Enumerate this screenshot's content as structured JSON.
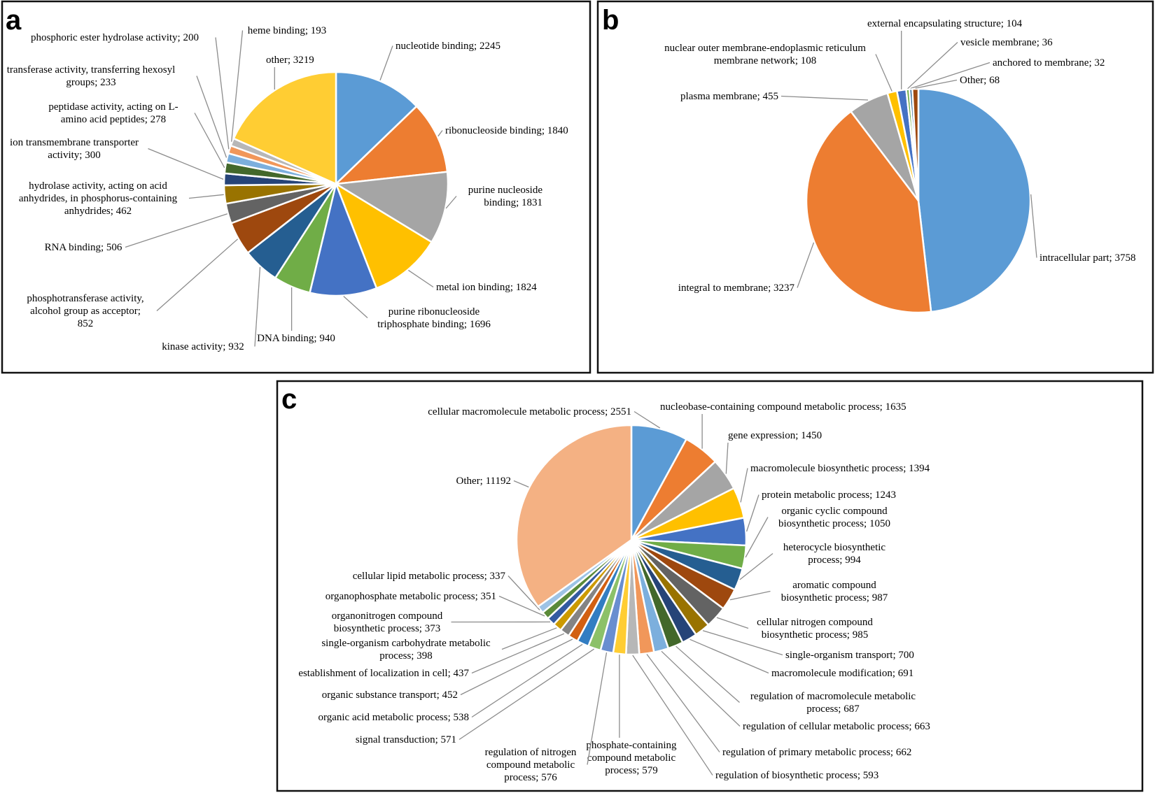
{
  "panels": [
    {
      "letter": "a"
    },
    {
      "letter": "b"
    },
    {
      "letter": "c"
    }
  ],
  "chart_data": [
    {
      "type": "pie",
      "panel": "a",
      "slices": [
        {
          "label": "nucleotide binding; 2245",
          "value": 2245,
          "color": "#5B9BD5"
        },
        {
          "label": "ribonucleoside binding; 1840",
          "value": 1840,
          "color": "#ED7D31"
        },
        {
          "label": "purine nucleoside binding; 1831",
          "value": 1831,
          "color": "#A5A5A5"
        },
        {
          "label": "metal ion binding; 1824",
          "value": 1824,
          "color": "#FFC000"
        },
        {
          "label": "purine ribonucleoside triphosphate binding; 1696",
          "value": 1696,
          "color": "#4472C4"
        },
        {
          "label": "DNA binding; 940",
          "value": 940,
          "color": "#70AD47"
        },
        {
          "label": "kinase activity; 932",
          "value": 932,
          "color": "#255E91"
        },
        {
          "label": "phosphotransferase activity, alcohol group as acceptor; 852",
          "value": 852,
          "color": "#9E480E"
        },
        {
          "label": "RNA binding; 506",
          "value": 506,
          "color": "#636363"
        },
        {
          "label": "hydrolase activity, acting on acid anhydrides, in phosphorus-containing anhydrides; 462",
          "value": 462,
          "color": "#997300"
        },
        {
          "label": "ion transmembrane transporter activity; 300",
          "value": 300,
          "color": "#264478"
        },
        {
          "label": "peptidase activity, acting on L-amino acid peptides; 278",
          "value": 278,
          "color": "#43682B"
        },
        {
          "label": "transferase activity, transferring hexosyl groups; 233",
          "value": 233,
          "color": "#7CAFDD"
        },
        {
          "label": "phosphoric ester hydrolase activity; 200",
          "value": 200,
          "color": "#F1975A"
        },
        {
          "label": "heme binding; 193",
          "value": 193,
          "color": "#B7B7B7"
        },
        {
          "label": "other; 3219",
          "value": 3219,
          "color": "#FFCD33"
        }
      ]
    },
    {
      "type": "pie",
      "panel": "b",
      "slices": [
        {
          "label": "intracellular part; 3758",
          "value": 3758,
          "color": "#5B9BD5"
        },
        {
          "label": "integral to membrane; 3237",
          "value": 3237,
          "color": "#ED7D31"
        },
        {
          "label": "plasma membrane; 455",
          "value": 455,
          "color": "#A5A5A5"
        },
        {
          "label": "nuclear outer membrane-endoplasmic reticulum membrane network; 108",
          "value": 108,
          "color": "#FFC000"
        },
        {
          "label": "external encapsulating structure; 104",
          "value": 104,
          "color": "#4472C4"
        },
        {
          "label": "vesicle membrane; 36",
          "value": 36,
          "color": "#70AD47"
        },
        {
          "label": "anchored to membrane; 32",
          "value": 32,
          "color": "#255E91"
        },
        {
          "label": "Other; 68",
          "value": 68,
          "color": "#9E480E"
        }
      ]
    },
    {
      "type": "pie",
      "panel": "c",
      "slices": [
        {
          "label": "cellular macromolecule metabolic process; 2551",
          "value": 2551,
          "color": "#5B9BD5"
        },
        {
          "label": "nucleobase-containing compound metabolic process; 1635",
          "value": 1635,
          "color": "#ED7D31"
        },
        {
          "label": "gene expression; 1450",
          "value": 1450,
          "color": "#A5A5A5"
        },
        {
          "label": "macromolecule biosynthetic process; 1394",
          "value": 1394,
          "color": "#FFC000"
        },
        {
          "label": "protein metabolic process; 1243",
          "value": 1243,
          "color": "#4472C4"
        },
        {
          "label": "organic cyclic compound biosynthetic process; 1050",
          "value": 1050,
          "color": "#70AD47"
        },
        {
          "label": "heterocycle biosynthetic process; 994",
          "value": 994,
          "color": "#255E91"
        },
        {
          "label": "aromatic compound biosynthetic process; 987",
          "value": 987,
          "color": "#9E480E"
        },
        {
          "label": "cellular nitrogen compound biosynthetic process; 985",
          "value": 985,
          "color": "#636363"
        },
        {
          "label": "single-organism transport; 700",
          "value": 700,
          "color": "#997300"
        },
        {
          "label": "macromolecule modification; 691",
          "value": 691,
          "color": "#264478"
        },
        {
          "label": "regulation of macromolecule metabolic process; 687",
          "value": 687,
          "color": "#43682B"
        },
        {
          "label": "regulation of cellular metabolic process; 663",
          "value": 663,
          "color": "#7CAFDD"
        },
        {
          "label": "regulation of primary metabolic process; 662",
          "value": 662,
          "color": "#F1975A"
        },
        {
          "label": "regulation of biosynthetic process; 593",
          "value": 593,
          "color": "#B7B7B7"
        },
        {
          "label": "phosphate-containing compound metabolic process; 579",
          "value": 579,
          "color": "#FFCD33"
        },
        {
          "label": "regulation of nitrogen compound metabolic process; 576",
          "value": 576,
          "color": "#698ED0"
        },
        {
          "label": "signal transduction; 571",
          "value": 571,
          "color": "#8CC168"
        },
        {
          "label": "organic acid metabolic process; 538",
          "value": 538,
          "color": "#327DC2"
        },
        {
          "label": "organic substance transport; 452",
          "value": 452,
          "color": "#D26012"
        },
        {
          "label": "establishment of localization in cell; 437",
          "value": 437,
          "color": "#848484"
        },
        {
          "label": "single-organism carbohydrate metabolic process; 398",
          "value": 398,
          "color": "#CC9A00"
        },
        {
          "label": "organonitrogen compound biosynthetic process; 373",
          "value": 373,
          "color": "#335AA1"
        },
        {
          "label": "organophosphate metabolic process; 351",
          "value": 351,
          "color": "#5A8A39"
        },
        {
          "label": "cellular lipid metabolic process; 337",
          "value": 337,
          "color": "#9DC3E6"
        },
        {
          "label": "Other; 11192",
          "value": 11192,
          "color": "#F4B183"
        }
      ]
    }
  ]
}
